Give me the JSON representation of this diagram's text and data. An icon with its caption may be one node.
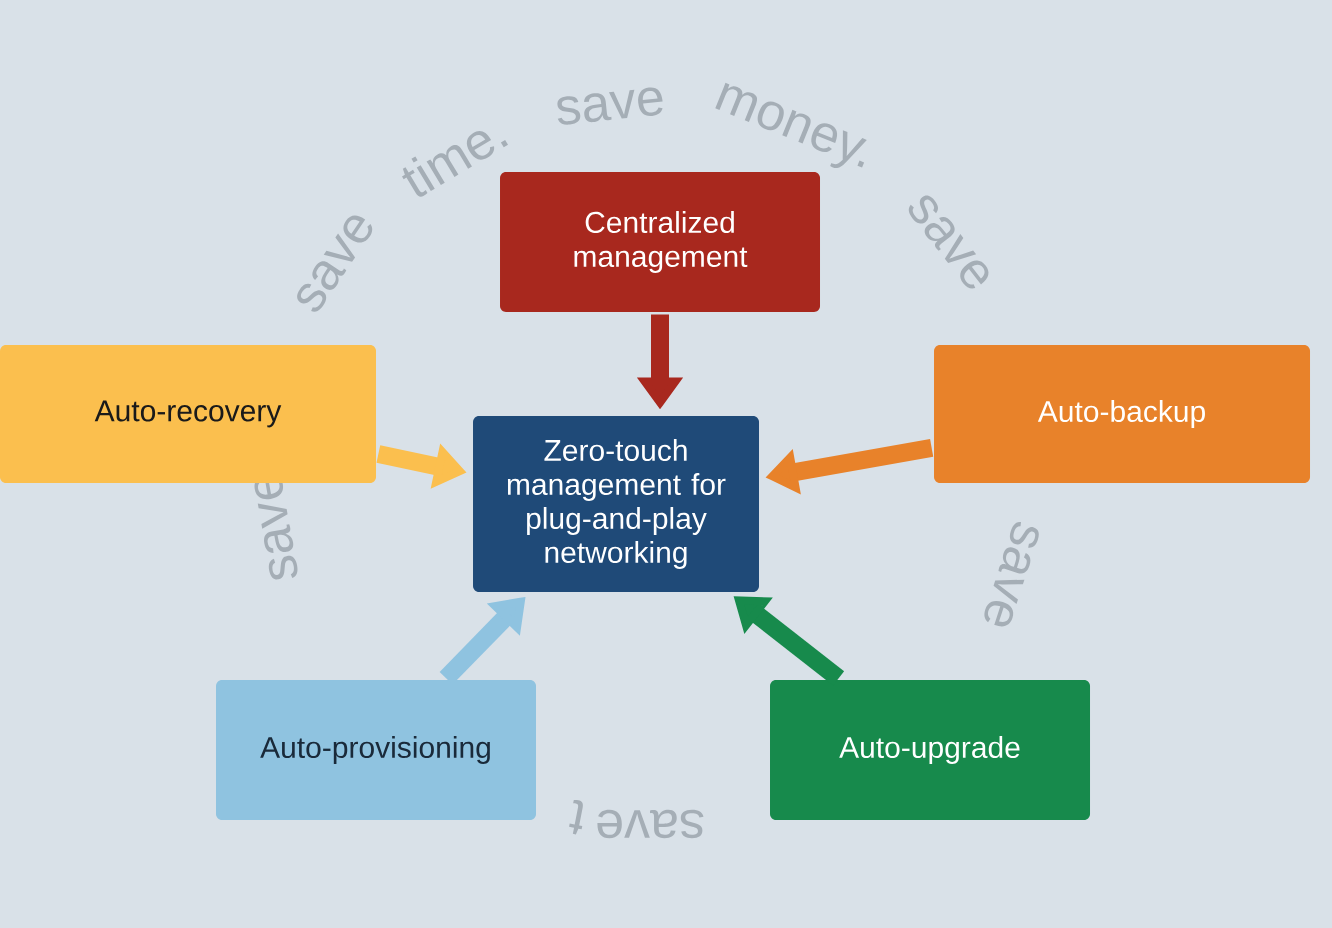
{
  "diagram": {
    "nodes": [
      {
        "text": [
          "Zero-touch management for plug-and-play networking"
        ]
      },
      {
        "text": [
          "Centralized management"
        ]
      },
      {
        "text": [
          "Auto-recovery"
        ]
      },
      {
        "text": [
          "Auto-backup"
        ]
      },
      {
        "text": [
          "Auto-provisioning"
        ]
      },
      {
        "text": [
          "Auto-upgrade"
        ]
      }
    ],
    "edges": [
      {
        "from": 1,
        "to": 0,
        "arrow": "to",
        "color": "#a8281e"
      },
      {
        "from": 2,
        "to": 0,
        "arrow": "to",
        "color": "#fbbf4e"
      },
      {
        "from": 3,
        "to": 0,
        "arrow": "to",
        "color": "#e8822a"
      },
      {
        "from": 4,
        "to": 0,
        "arrow": "to",
        "color": "#8fc3e0"
      },
      {
        "from": 5,
        "to": 0,
        "arrow": "to",
        "color": "#178a4c"
      }
    ],
    "labels": [
      "save",
      "time.",
      "save",
      "money.",
      "save",
      "save",
      "save",
      "t",
      "save"
    ]
  }
}
